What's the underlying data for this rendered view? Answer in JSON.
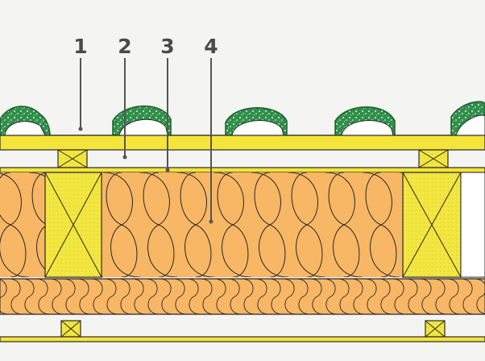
{
  "diagram": {
    "callouts": [
      {
        "label": "1"
      },
      {
        "label": "2"
      },
      {
        "label": "3"
      },
      {
        "label": "4"
      }
    ]
  },
  "colors": {
    "background": "#f4f4f2",
    "tile_green": "#2f8f4a",
    "tile_speckle": "#bfe3c2",
    "batten_yellow": "#f5e43a",
    "timber_yellow": "#f2e640",
    "insulation_orange": "#f7b764",
    "outline": "#2a2a2a",
    "leader": "#555555"
  }
}
